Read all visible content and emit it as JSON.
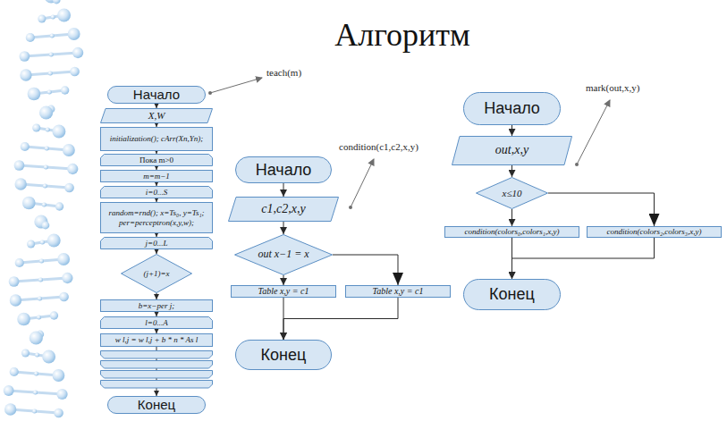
{
  "diagram": {
    "title": "Алгоритм",
    "nodes": [
      {
        "text": [
          "Начало"
        ]
      },
      {
        "text": [
          "X,W"
        ]
      },
      {
        "text": [
          "initialization(); cArr(Xn,Yn);"
        ]
      },
      {
        "text": [
          "Пока m>0"
        ]
      },
      {
        "text": [
          "m=m−1"
        ]
      },
      {
        "text": [
          "i=0...S"
        ]
      },
      {
        "text": [
          "random=rnd(); x=Ts₀, y=Ts₁; per=perceptron(x,y,w);"
        ]
      },
      {
        "text": [
          "j=0...L"
        ]
      },
      {
        "text": [
          "(j+1)=x"
        ]
      },
      {
        "text": [
          "b=x−per j;"
        ]
      },
      {
        "text": [
          "l=0...A"
        ]
      },
      {
        "text": [
          "w l,j = w l,j + b * n * As l"
        ]
      },
      {
        "text": [
          "Конец"
        ]
      },
      {
        "text": [
          "Начало"
        ]
      },
      {
        "text": [
          "c1,c2,x,y"
        ]
      },
      {
        "text": [
          "out x−1 = x"
        ]
      },
      {
        "text": [
          "Table x,y = c1"
        ]
      },
      {
        "text": [
          "Table x,y = c1"
        ]
      },
      {
        "text": [
          "Конец"
        ]
      },
      {
        "text": [
          "Начало"
        ]
      },
      {
        "text": [
          "out,x,y"
        ]
      },
      {
        "text": [
          "x≤10"
        ]
      },
      {
        "text": [
          "condition(colors₀,colors₁,x,y)"
        ]
      },
      {
        "text": [
          "condition(colors₂,colors₃,x,y)"
        ]
      },
      {
        "text": [
          "Конец"
        ]
      }
    ],
    "edges": [
      {
        "from": 0,
        "to": 1,
        "arrow": "to"
      },
      {
        "from": 1,
        "to": 2,
        "arrow": "to"
      },
      {
        "from": 2,
        "to": 3,
        "arrow": "to"
      },
      {
        "from": 3,
        "to": 4,
        "arrow": "to"
      },
      {
        "from": 4,
        "to": 5,
        "arrow": "to"
      },
      {
        "from": 5,
        "to": 6,
        "arrow": "to"
      },
      {
        "from": 6,
        "to": 7,
        "arrow": "to"
      },
      {
        "from": 7,
        "to": 8,
        "arrow": "to"
      },
      {
        "from": 8,
        "to": 9,
        "arrow": "to"
      },
      {
        "from": 9,
        "to": 10,
        "arrow": "to"
      },
      {
        "from": 10,
        "to": 11,
        "arrow": "to"
      },
      {
        "from": 11,
        "to": 12,
        "arrow": "to"
      },
      {
        "from": 13,
        "to": 14,
        "arrow": "to"
      },
      {
        "from": 14,
        "to": 15,
        "arrow": "to"
      },
      {
        "from": 15,
        "to": 16,
        "arrow": "to"
      },
      {
        "from": 15,
        "to": 17,
        "arrow": "to"
      },
      {
        "from": 16,
        "to": 18,
        "arrow": "to"
      },
      {
        "from": 17,
        "to": 18,
        "arrow": "to"
      },
      {
        "from": 19,
        "to": 20,
        "arrow": "to"
      },
      {
        "from": 20,
        "to": 21,
        "arrow": "to"
      },
      {
        "from": 21,
        "to": 22,
        "arrow": "to"
      },
      {
        "from": 21,
        "to": 23,
        "arrow": "to"
      },
      {
        "from": 22,
        "to": 24,
        "arrow": "to"
      },
      {
        "from": 23,
        "to": 24,
        "arrow": "to"
      }
    ],
    "labels": [
      "teach(m)",
      "condition(c1,c2,x,y)",
      "mark(out,x,y)"
    ]
  }
}
